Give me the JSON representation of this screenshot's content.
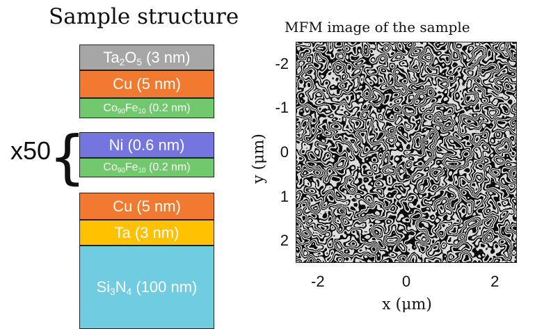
{
  "stack_title": "Sample structure",
  "repeat": {
    "label": "x50",
    "brace": "{"
  },
  "layers": [
    {
      "id": "ta2o5",
      "parts": [
        [
          "Ta",
          ""
        ],
        [
          "2",
          "sub"
        ],
        [
          "O",
          ""
        ],
        [
          "5",
          "sub"
        ],
        [
          " (3 nm)",
          ""
        ]
      ],
      "color": "#a6a6a6"
    },
    {
      "id": "cu-top",
      "parts": [
        [
          "Cu (5 nm)",
          ""
        ]
      ],
      "color": "#f27a30"
    },
    {
      "id": "cofe-top",
      "parts": [
        [
          "Co",
          ""
        ],
        [
          "90",
          "sub"
        ],
        [
          "Fe",
          ""
        ],
        [
          "10",
          "sub"
        ],
        [
          " (0.2 nm)",
          ""
        ]
      ],
      "color": "#72c86c"
    },
    {
      "id": "ni",
      "parts": [
        [
          "Ni (0.6 nm)",
          ""
        ]
      ],
      "color": "#7575e0"
    },
    {
      "id": "cofe-mid",
      "parts": [
        [
          "Co",
          ""
        ],
        [
          "90",
          "sub"
        ],
        [
          "Fe",
          ""
        ],
        [
          "10",
          "sub"
        ],
        [
          " (0.2 nm)",
          ""
        ]
      ],
      "color": "#72c86c"
    },
    {
      "id": "cu-bottom",
      "parts": [
        [
          "Cu (5 nm)",
          ""
        ]
      ],
      "color": "#f27a30"
    },
    {
      "id": "ta",
      "parts": [
        [
          "Ta (3 nm)",
          ""
        ]
      ],
      "color": "#ffc100"
    },
    {
      "id": "si3n4",
      "parts": [
        [
          "Si",
          ""
        ],
        [
          "3",
          "sub"
        ],
        [
          "N",
          ""
        ],
        [
          "4",
          "sub"
        ],
        [
          " (100 nm)",
          ""
        ]
      ],
      "color": "#70cce0"
    }
  ],
  "mfm": {
    "title": "MFM image of the sample",
    "xlabel": "x (μm)",
    "ylabel": "y (μm)",
    "xticks": [
      "-2",
      "0",
      "2"
    ],
    "yticks": [
      "-2",
      "-1",
      "0",
      "1",
      "2"
    ],
    "xlim": [
      -2.5,
      2.5
    ],
    "ylim": [
      -2.5,
      2.5
    ],
    "colormap": "grayscale"
  }
}
